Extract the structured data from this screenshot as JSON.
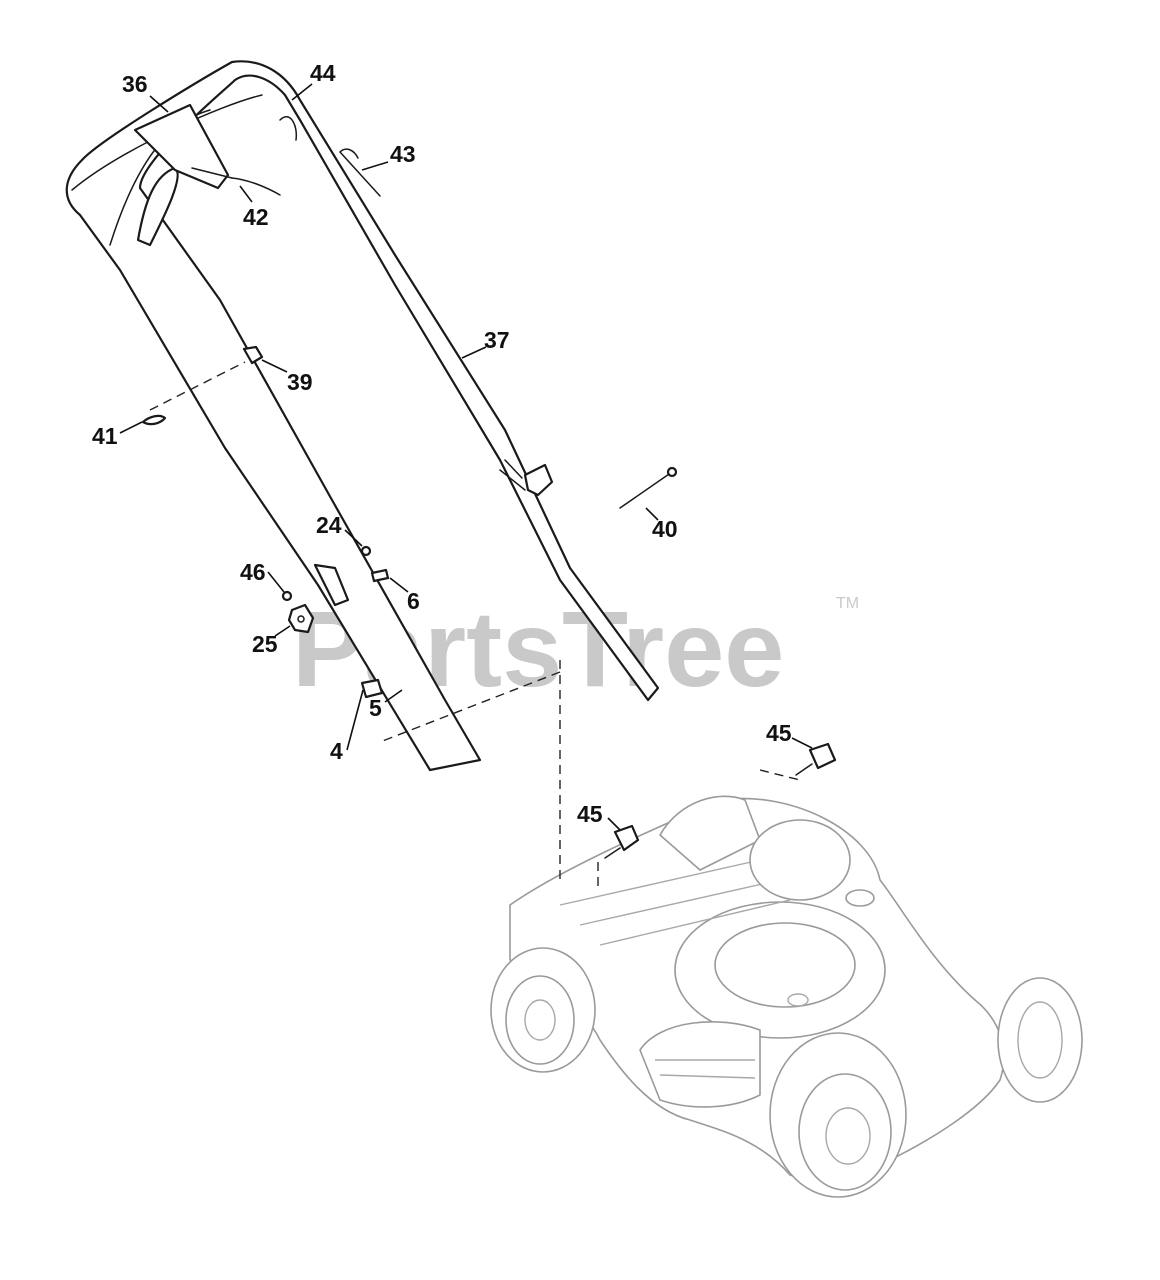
{
  "watermark": {
    "text": "PartsTree",
    "trademark": "TM"
  },
  "parts": [
    {
      "id": "p36",
      "number": "36"
    },
    {
      "id": "p44",
      "number": "44"
    },
    {
      "id": "p43",
      "number": "43"
    },
    {
      "id": "p42",
      "number": "42"
    },
    {
      "id": "p37",
      "number": "37"
    },
    {
      "id": "p39",
      "number": "39"
    },
    {
      "id": "p41",
      "number": "41"
    },
    {
      "id": "p40",
      "number": "40"
    },
    {
      "id": "p24",
      "number": "24"
    },
    {
      "id": "p46",
      "number": "46"
    },
    {
      "id": "p6",
      "number": "6"
    },
    {
      "id": "p25",
      "number": "25"
    },
    {
      "id": "p5",
      "number": "5"
    },
    {
      "id": "p4",
      "number": "4"
    },
    {
      "id": "p45a",
      "number": "45"
    },
    {
      "id": "p45b",
      "number": "45"
    }
  ]
}
